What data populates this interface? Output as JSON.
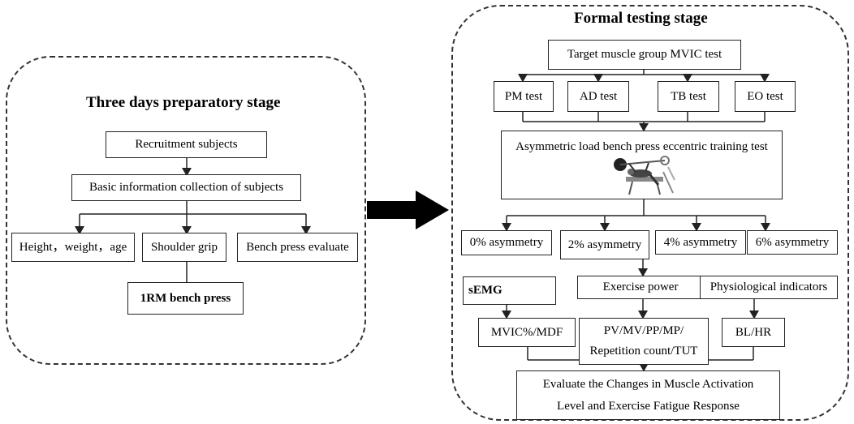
{
  "left_stage": {
    "title": "Three days preparatory stage",
    "recruit": "Recruitment subjects",
    "basic_info": "Basic information collection of subjects",
    "hwa": "Height，weight，age",
    "shoulder": "Shoulder grip",
    "bench_eval": "Bench press evaluate",
    "rm": "1RM bench press"
  },
  "right_stage": {
    "title": "Formal testing stage",
    "mvic_test": "Target muscle group MVIC test",
    "tests": [
      "PM test",
      "AD test",
      "TB test",
      "EO test"
    ],
    "asym_test": "Asymmetric load bench press eccentric training test",
    "asym_levels": [
      "0% asymmetry",
      "2% asymmetry",
      "4% asymmetry",
      "6% asymmetry"
    ],
    "semg": "sEMG",
    "exercise_power": "Exercise power",
    "physio": "Physiological indicators",
    "mvic_mdf": "MVIC%/MDF",
    "power_metrics_1": "PV/MV/PP/MP/",
    "power_metrics_2": "Repetition count/TUT",
    "bl_hr": "BL/HR",
    "evaluate_1": "Evaluate the Changes in Muscle Activation",
    "evaluate_2": "Level and Exercise Fatigue Response"
  },
  "icons": {
    "bench_press": "bench-press-figure-icon",
    "arrow": "right-arrow-icon"
  }
}
